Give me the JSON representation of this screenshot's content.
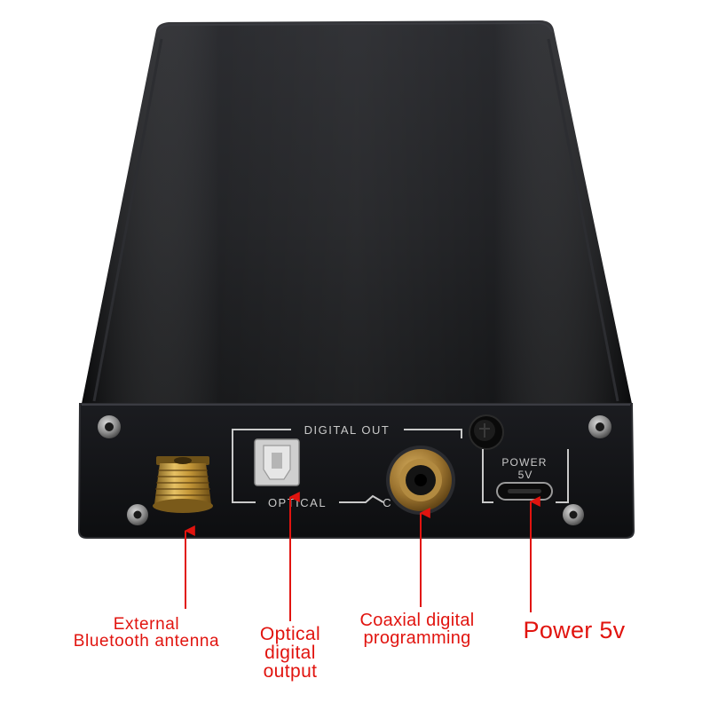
{
  "device": {
    "body_color": "#1c1d20",
    "panel_color": "#121316",
    "print_color": "#c9c9c9"
  },
  "panel_print": {
    "digital_out": "DIGITAL OUT",
    "optical": "OPTICAL",
    "coaxial_partial": "C",
    "power": "POWER",
    "power_voltage": "5V"
  },
  "callouts": {
    "color": "#e1140f",
    "antenna": {
      "line1": "External",
      "line2": "Bluetooth antenna"
    },
    "optical": {
      "line1": "Optical",
      "line2": "digital",
      "line3": "output"
    },
    "coaxial": {
      "line1": "Coaxial digital",
      "line2": "programming"
    },
    "power": {
      "line1": "Power 5v"
    }
  }
}
